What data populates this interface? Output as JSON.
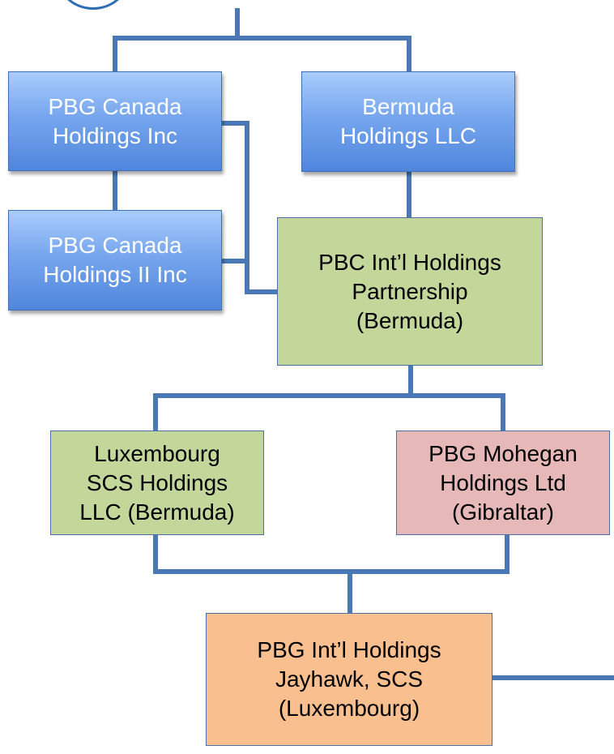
{
  "chart": {
    "nodes": {
      "canada1": {
        "line1": "PBG Canada",
        "line2": "Holdings Inc"
      },
      "bermuda": {
        "line1": "Bermuda",
        "line2": "Holdings LLC"
      },
      "canada2": {
        "line1": "PBG Canada",
        "line2": "Holdings II Inc"
      },
      "pbc": {
        "line1": "PBC Int’l Holdings",
        "line2": "Partnership",
        "line3": "(Bermuda)"
      },
      "lux": {
        "line1": "Luxembourg",
        "line2": "SCS Holdings",
        "line3": "LLC (Bermuda)"
      },
      "mohegan": {
        "line1": "PBG Mohegan",
        "line2": "Holdings Ltd",
        "line3": "(Gibraltar)"
      },
      "jayhawk": {
        "line1": "PBG Int’l Holdings",
        "line2": "Jayhawk, SCS",
        "line3": "(Luxembourg)"
      }
    },
    "colors": {
      "connector": "#4a78b5",
      "blue_box": "#4f86dc",
      "green_box": "#c4d79b",
      "pink_box": "#e6b8b8",
      "orange_box": "#f9bf8f"
    }
  }
}
